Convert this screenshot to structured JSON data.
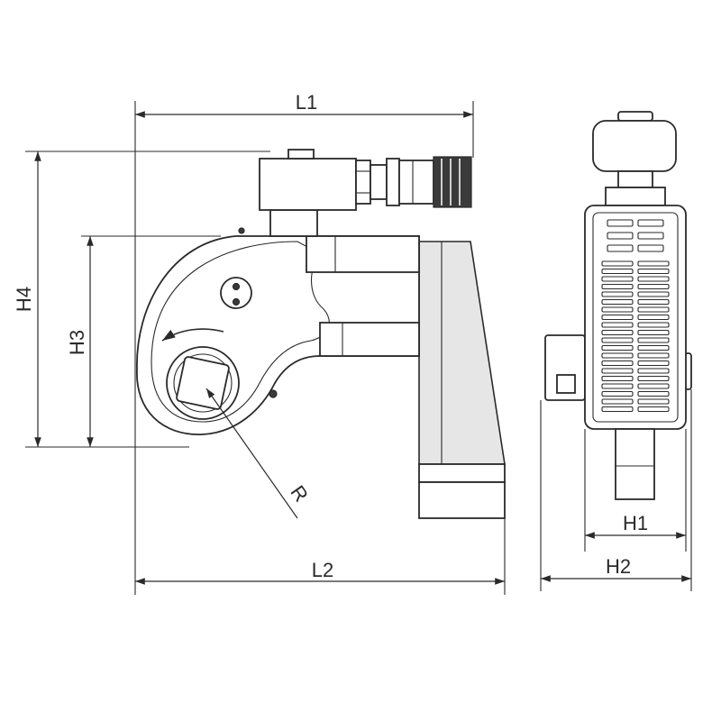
{
  "dimensions": {
    "L1": "L1",
    "L2": "L2",
    "H1": "H1",
    "H2": "H2",
    "H3": "H3",
    "H4": "H4",
    "R": "R"
  }
}
